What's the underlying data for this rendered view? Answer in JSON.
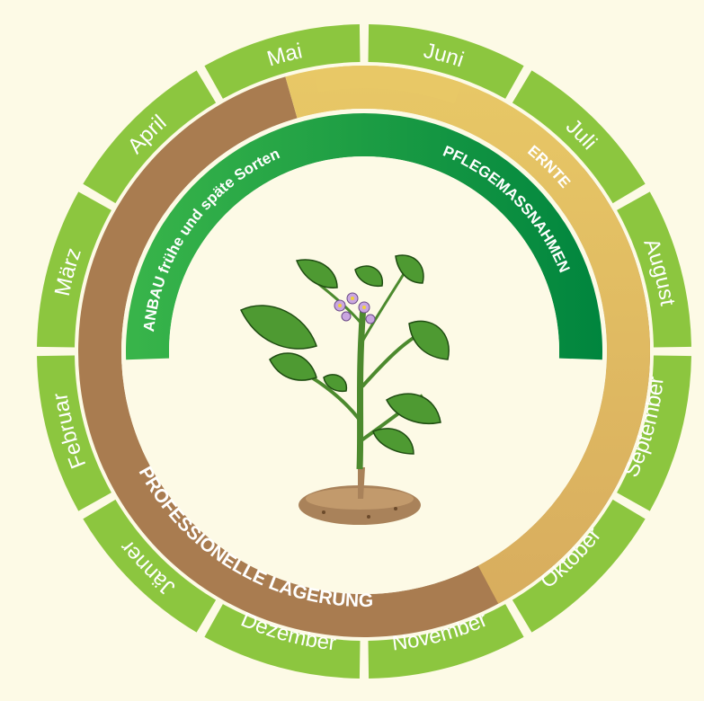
{
  "months": [
    "Jänner",
    "Februar",
    "März",
    "April",
    "Mai",
    "Juni",
    "Juli",
    "August",
    "September",
    "Oktober",
    "November",
    "Dezember"
  ],
  "bands": {
    "storage": "PROFESSIONELLE LAGERUNG",
    "harvest": "ERNTE",
    "planting": "ANBAU frühe und späte Sorten",
    "care": "PFLEGEMASSNAHMEN"
  },
  "colors": {
    "background": "#fdfae6",
    "month_ring": "#8cc63f",
    "storage": "#a97c50",
    "harvest": "#e5c468",
    "planting": "#39b54a",
    "care": "#00853e"
  },
  "plant_icon": "potato-plant-icon"
}
